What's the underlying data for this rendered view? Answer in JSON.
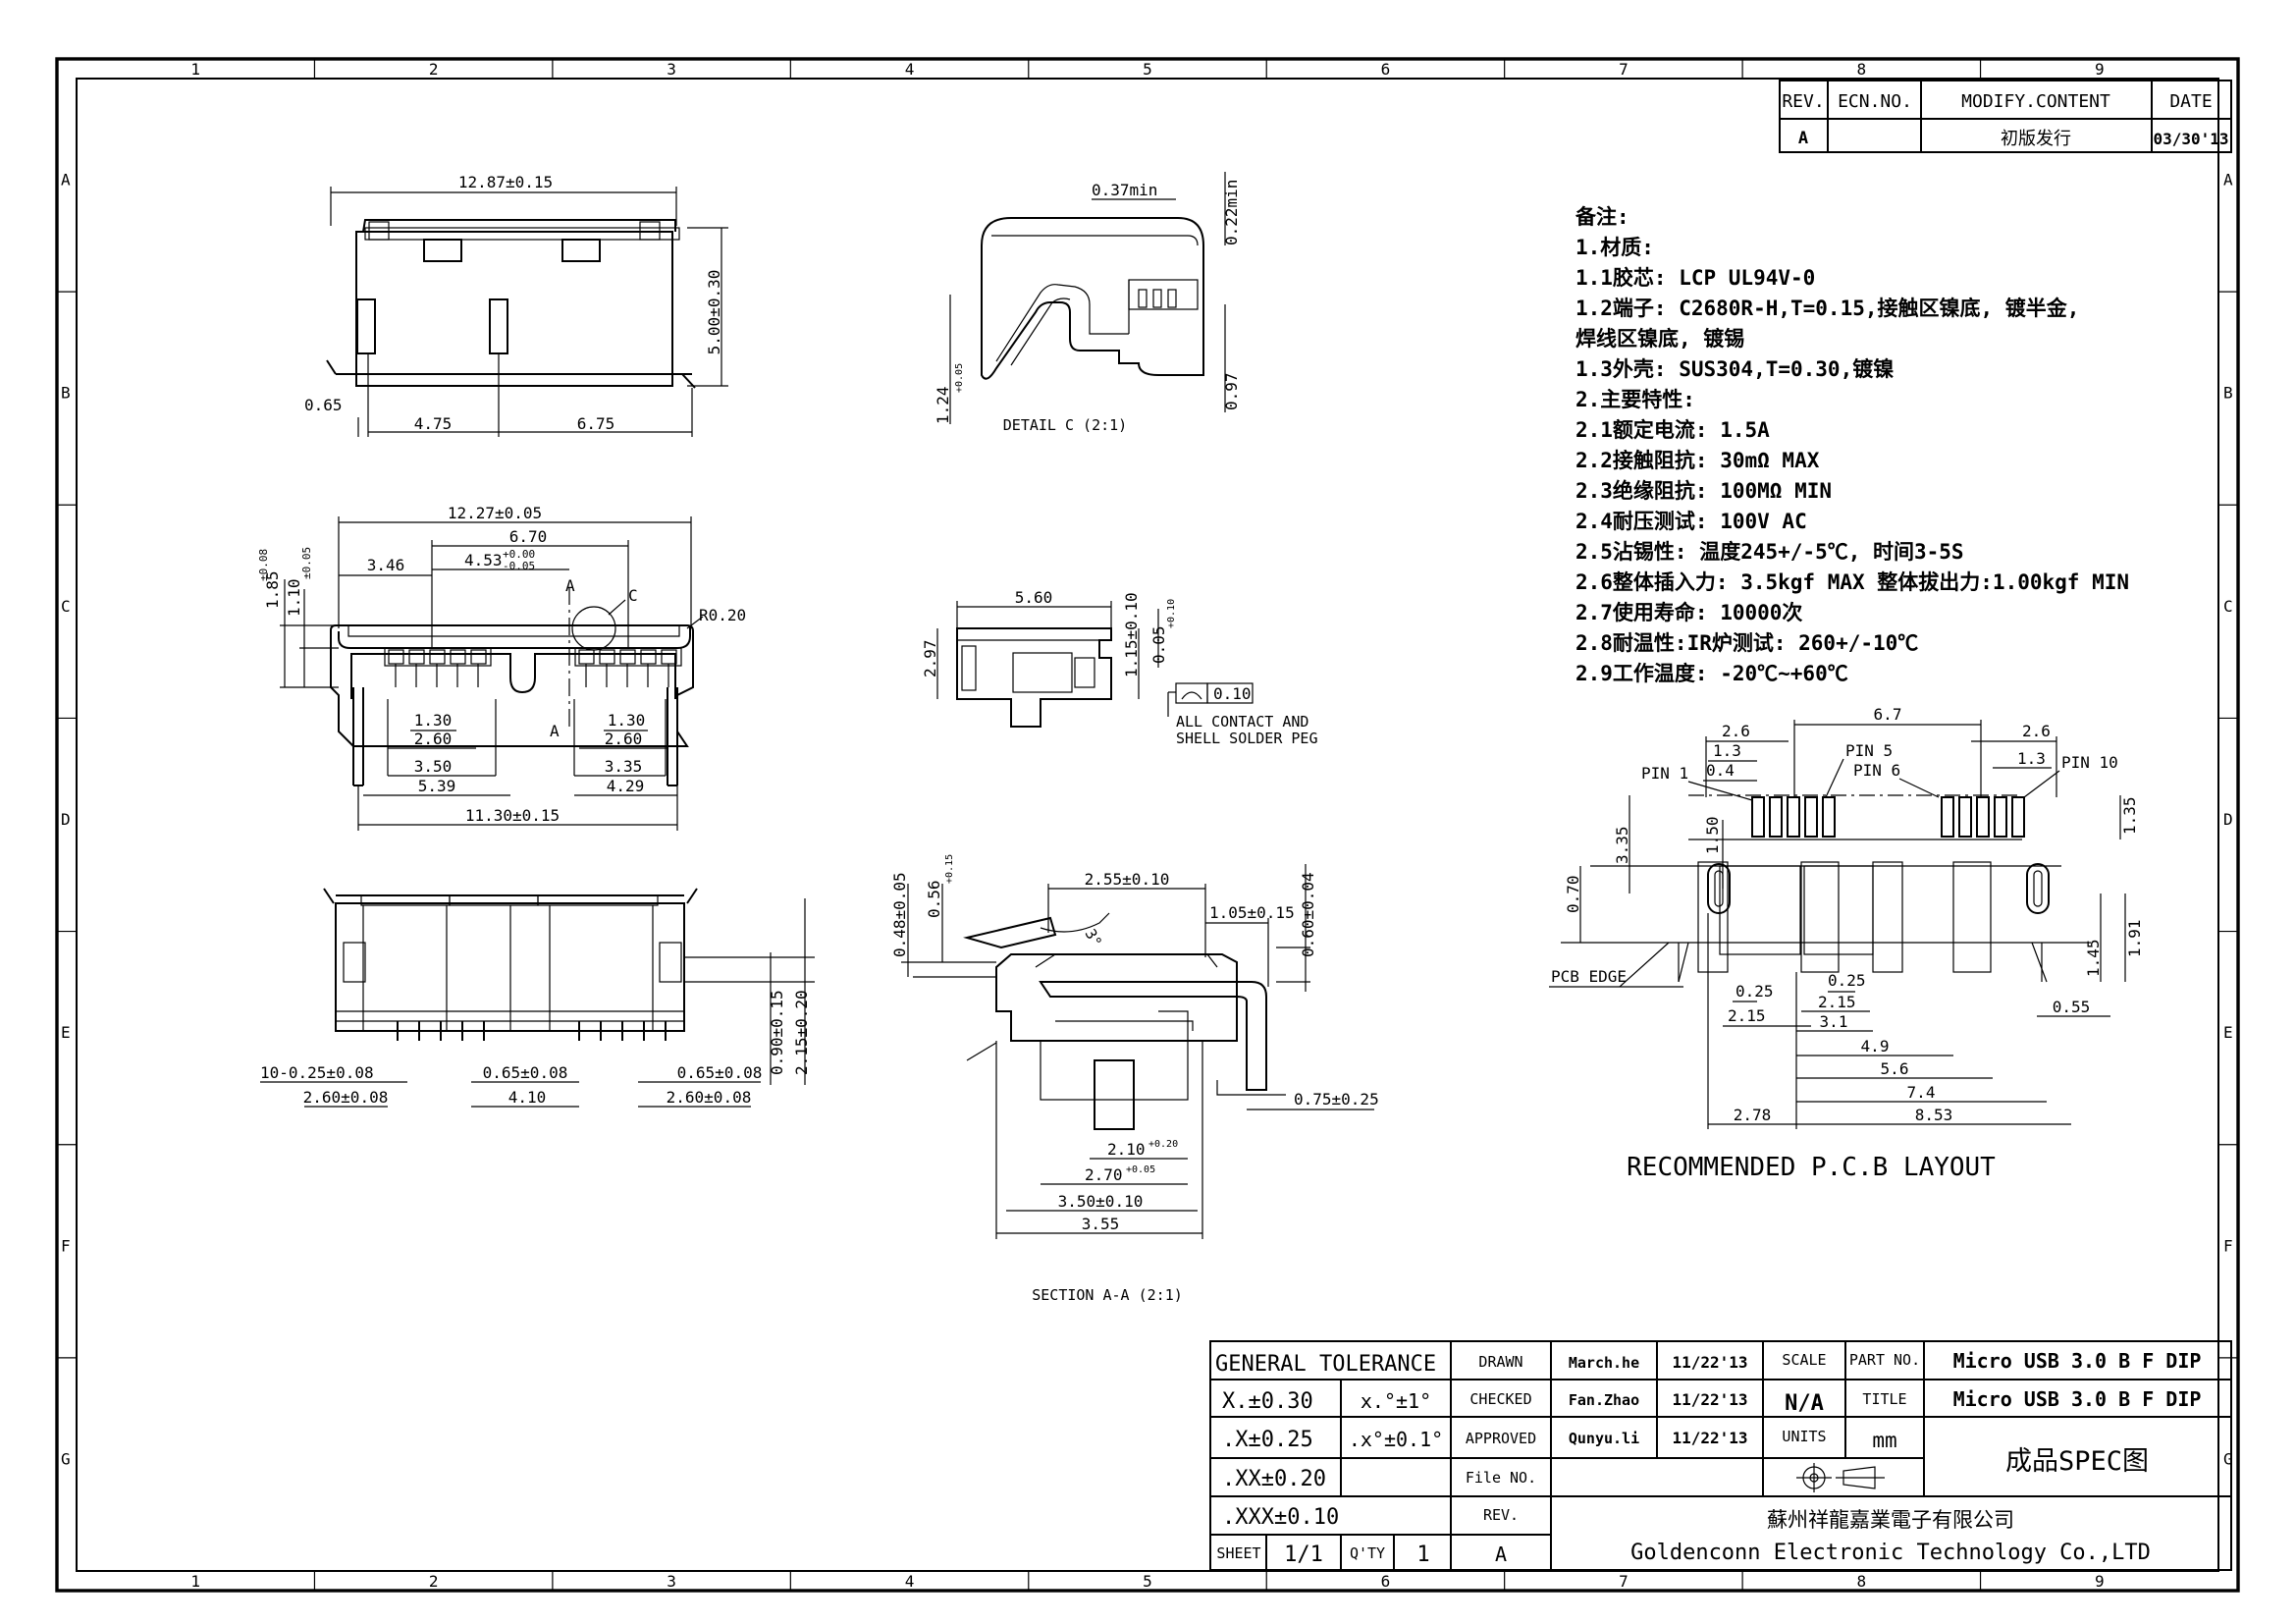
{
  "border": {
    "columns": [
      "1",
      "2",
      "3",
      "4",
      "5",
      "6",
      "7",
      "8",
      "9"
    ],
    "rows": [
      "A",
      "B",
      "C",
      "D",
      "E",
      "F",
      "G"
    ]
  },
  "revision": {
    "headers": [
      "REV.",
      "ECN.NO.",
      "MODIFY.CONTENT",
      "DATE"
    ],
    "row": [
      "A",
      "",
      "初版发行",
      "03/30'13"
    ]
  },
  "notes": [
    "备注:",
    "1.材质:",
    "1.1胶芯: LCP UL94V-0",
    "1.2端子: C2680R-H,T=0.15,接触区镍底, 镀半金,",
    "         焊线区镍底, 镀锡",
    "1.3外壳: SUS304,T=0.30,镀镍",
    "2.主要特性:",
    "2.1额定电流: 1.5A",
    "2.2接触阻抗: 30mΩ MAX",
    "2.3绝缘阻抗: 100MΩ MIN",
    "2.4耐压测试: 100V AC",
    "2.5沾锡性: 温度245+/-5℃, 时间3-5S",
    "2.6整体插入力: 3.5kgf MAX  整体拔出力:1.00kgf MIN",
    "2.7使用寿命: 10000次",
    "2.8耐温性:IR炉测试: 260+/-10℃",
    "2.9工作温度: -20℃~+60℃"
  ],
  "views": {
    "top": {
      "d_width": "12.87±0.15",
      "d_height": "5.00±0.30",
      "d_065": "0.65",
      "d_475": "4.75",
      "d_675": "6.75"
    },
    "front": {
      "d_1227": "12.27±0.05",
      "d_670": "6.70",
      "d_346": "3.46",
      "d_453": "4.53",
      "d_453_tol_up": "+0.00",
      "d_453_tol_dn": "-0.05",
      "d_185": "1.85",
      "d_185_tol": "±0.08",
      "d_110": "1.10",
      "d_110_tol": "±0.05",
      "label_a_top": "A",
      "label_a_bottom": "A",
      "label_c": "C",
      "d_r020": "R0.20",
      "d_130_l": "1.30",
      "d_260_l": "2.60",
      "d_350": "3.50",
      "d_539": "5.39",
      "d_130_r": "1.30",
      "d_260_r": "2.60",
      "d_335": "3.35",
      "d_429": "4.29",
      "d_1130": "11.30±0.15"
    },
    "bottom": {
      "d_10_025": "10-0.25±0.08",
      "d_260_l": "2.60±0.08",
      "d_065_m": "0.65±0.08",
      "d_065_r": "0.65±0.08",
      "d_410": "4.10",
      "d_260_r": "2.60±0.08",
      "d_090": "0.90±0.15",
      "d_215": "2.15±0.20"
    },
    "detail_c": {
      "d_037": "0.37min",
      "d_022": "0.22min",
      "d_097": "0.97",
      "d_124": "1.24",
      "d_124_tol": "+0.05",
      "caption": "DETAIL C (2:1)"
    },
    "side": {
      "d_560": "5.60",
      "d_297": "2.97",
      "d_115": "1.15±0.10",
      "d_005": "0.05",
      "d_005_tol": "+0.10",
      "d_flat": "0.10",
      "note_line1": "ALL CONTACT AND",
      "note_line2": "SHELL SOLDER PEG"
    },
    "section": {
      "d_255": "2.55±0.10",
      "d_105": "1.05±0.15",
      "d_048": "0.48±0.05",
      "d_056": "0.56",
      "d_056_tol": "+0.15",
      "d_060": "0.60±0.04",
      "d_075": "0.75±0.25",
      "d_angle": "3°",
      "d_210": "2.10",
      "d_210_tol": "+0.20",
      "d_270": "2.70",
      "d_270_tol": "+0.05",
      "d_350": "3.50±0.10",
      "d_355": "3.55",
      "caption": "SECTION A-A (2:1)"
    },
    "pcb": {
      "d_67": "6.7",
      "d_26_l": "2.6",
      "d_26_r": "2.6",
      "d_13_l": "1.3",
      "d_13_r": "1.3",
      "d_04": "0.4",
      "pin1": "PIN 1",
      "pin5": "PIN 5",
      "pin6": "PIN 6",
      "pin10": "PIN 10",
      "d_135": "1.35",
      "d_335": "3.35",
      "d_150": "1.50",
      "d_070": "0.70",
      "pcb_edge": "PCB EDGE",
      "d_191": "1.91",
      "d_145": "1.45",
      "d_025_l": "0.25",
      "d_025_r": "0.25",
      "d_215_l": "2.15",
      "d_215_r": "2.15",
      "d_31": "3.1",
      "d_49": "4.9",
      "d_56": "5.6",
      "d_74": "7.4",
      "d_853": "8.53",
      "d_278": "2.78",
      "d_055": "0.55",
      "caption": "RECOMMENDED P.C.B LAYOUT"
    }
  },
  "title_block": {
    "general_tolerance": "GENERAL TOLERANCE",
    "tol_x": "X.±0.30",
    "tol_xx": ".X±0.25",
    "tol_xxx": ".XX±0.20",
    "tol_xxxx": ".XXX±0.10",
    "tol_ang1": "x.°±1°",
    "tol_ang2": ".x°±0.1°",
    "drawn_label": "DRAWN",
    "drawn_name": "March.he",
    "drawn_date": "11/22'13",
    "checked_label": "CHECKED",
    "checked_name": "Fan.Zhao",
    "checked_date": "11/22'13",
    "approved_label": "APPROVED",
    "approved_name": "Qunyu.li",
    "approved_date": "11/22'13",
    "file_no_label": "File NO.",
    "rev_label": "REV.",
    "rev_value": "A",
    "sheet_label": "SHEET",
    "sheet_value": "1/1",
    "qty_label": "Q'TY",
    "qty_value": "1",
    "scale_label": "SCALE",
    "scale_value": "N/A",
    "units_label": "UNITS",
    "units_value": "mm",
    "part_no_label": "PART NO.",
    "part_no_value": "Micro USB 3.0 B F DIP",
    "title_label": "TITLE",
    "title_value": "Micro USB 3.0 B F DIP",
    "doc_title": "成品SPEC图",
    "company_cn": "蘇州祥龍嘉業電子有限公司",
    "company_en": "Goldenconn Electronic Technology Co.,LTD"
  }
}
